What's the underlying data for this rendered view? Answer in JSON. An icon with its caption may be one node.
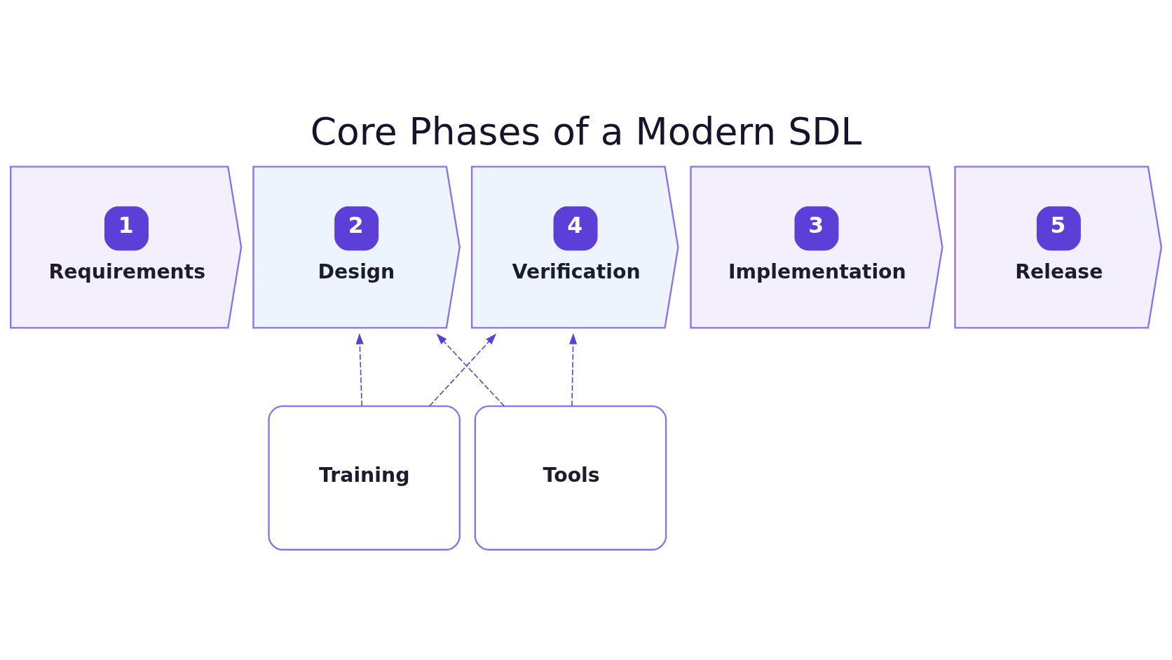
{
  "diagram": {
    "title": "Core Phases of a Modern SDL",
    "nodes": [
      {
        "text": [
          "1",
          "Requirements"
        ]
      },
      {
        "text": [
          "2",
          "Design"
        ]
      },
      {
        "text": [
          "3",
          "Implementation"
        ]
      },
      {
        "text": [
          "4",
          "Verification"
        ]
      },
      {
        "text": [
          "5",
          "Release"
        ]
      },
      {
        "text": [
          "Training"
        ]
      },
      {
        "text": [
          "Tools"
        ]
      }
    ],
    "edges": [
      {
        "from": 5,
        "to": 1,
        "arrow": "to",
        "style": "dashed"
      },
      {
        "from": 5,
        "to": 3,
        "arrow": "to",
        "style": "dashed"
      },
      {
        "from": 6,
        "to": 1,
        "arrow": "to",
        "style": "dashed"
      },
      {
        "from": 6,
        "to": 3,
        "arrow": "to",
        "style": "dashed"
      }
    ]
  }
}
